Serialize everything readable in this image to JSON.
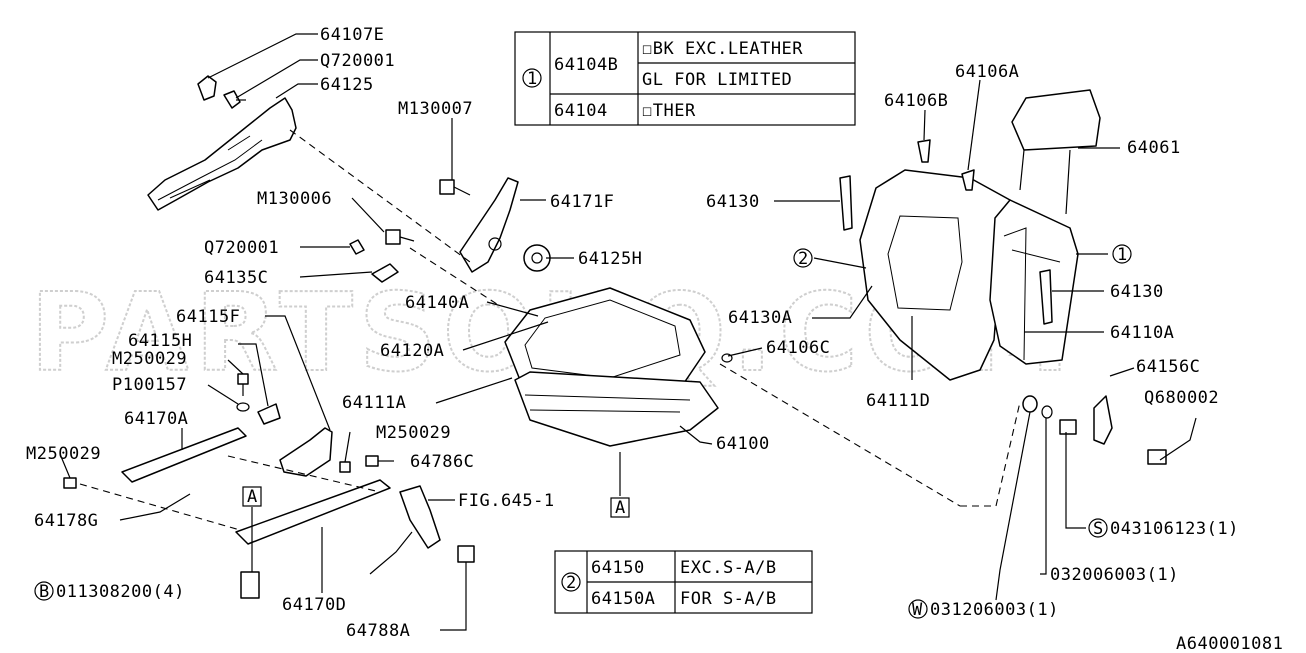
{
  "watermark": "PARTSOUQ.COM",
  "diagram_code": "A640001081",
  "table1": {
    "ref": "1",
    "rows": [
      {
        "part": "64104B",
        "desc": "☐BK EXC.LEATHER"
      },
      {
        "part": "",
        "desc": "GL FOR LIMITED"
      },
      {
        "part": "64104",
        "desc": "☐THER"
      }
    ]
  },
  "table2": {
    "ref": "2",
    "rows": [
      {
        "part": "64150",
        "desc": "EXC.S-A/B"
      },
      {
        "part": "64150A",
        "desc": "FOR S-A/B"
      }
    ]
  },
  "labels": {
    "l64107E": "64107E",
    "lQ720001a": "Q720001",
    "l64125": "64125",
    "lM130007": "M130007",
    "lM130006": "M130006",
    "l64171F": "64171F",
    "lQ720001b": "Q720001",
    "l64125H": "64125H",
    "l64135C": "64135C",
    "l64140A": "64140A",
    "l64115F": "64115F",
    "l64120A": "64120A",
    "l64115H": "64115H",
    "lM250029a": "M250029",
    "lP100157": "P100157",
    "l64111A": "64111A",
    "l64170A": "64170A",
    "lM250029b": "M250029",
    "l64786C": "64786C",
    "lM250029c": "M250029",
    "l64100": "64100",
    "lFIG": "FIG.645-1",
    "l64178G": "64178G",
    "lA1": "A",
    "lA2": "A",
    "lB": "B",
    "lBpart": "011308200(4)",
    "l64170D": "64170D",
    "l64788A": "64788A",
    "l64106A": "64106A",
    "l64106B": "64106B",
    "l64061": "64061",
    "l64130a": "64130",
    "lc2": "2",
    "lc1": "1",
    "l64130b": "64130",
    "l64130A": "64130A",
    "l64110A": "64110A",
    "l64106C": "64106C",
    "l64111D": "64111D",
    "l64156C": "64156C",
    "lQ680002": "Q680002",
    "lS": "S",
    "lSpart": "043106123(1)",
    "l032": "032006003(1)",
    "lW": "W",
    "lWpart": "031206003(1)"
  }
}
